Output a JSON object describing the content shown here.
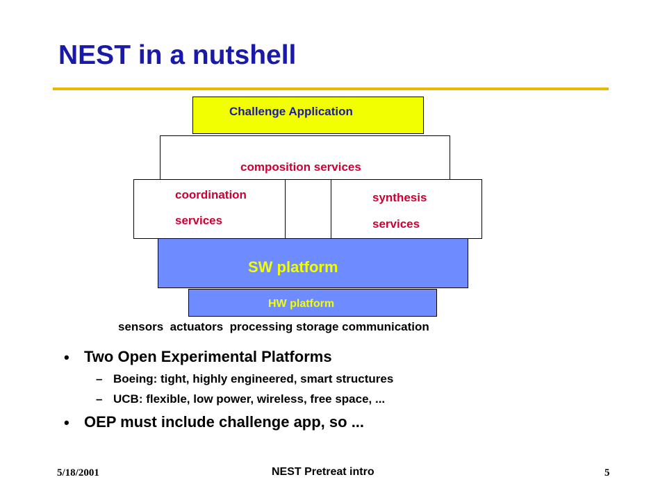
{
  "slide": {
    "title": "NEST in a nutshell",
    "accent_color": "#e8b800",
    "title_color": "#1a1aa8"
  },
  "diagram": {
    "challenge_app": "Challenge Application",
    "composition": "composition services",
    "coordination_line1": "coordination",
    "coordination_line2": "services",
    "synthesis_line1": "synthesis",
    "synthesis_line2": "services",
    "sw_platform": "SW platform",
    "hw_platform": "HW platform",
    "hardware_caption": "sensors  actuators  processing storage communication",
    "colors": {
      "challenge_fill": "#f2ff00",
      "platform_fill": "#6e8cff",
      "services_text": "#cc0033",
      "platform_text": "#f2ff00",
      "challenge_text": "#1a1aa8"
    }
  },
  "bullets": [
    {
      "text": "Two Open Experimental Platforms",
      "subitems": [
        "Boeing: tight, highly engineered, smart structures",
        "UCB: flexible, low power, wireless, free space, ..."
      ]
    },
    {
      "text": "OEP must include challenge app, so ...",
      "subitems": []
    }
  ],
  "footer": {
    "date": "5/18/2001",
    "center": "NEST Pretreat intro",
    "page": "5"
  }
}
